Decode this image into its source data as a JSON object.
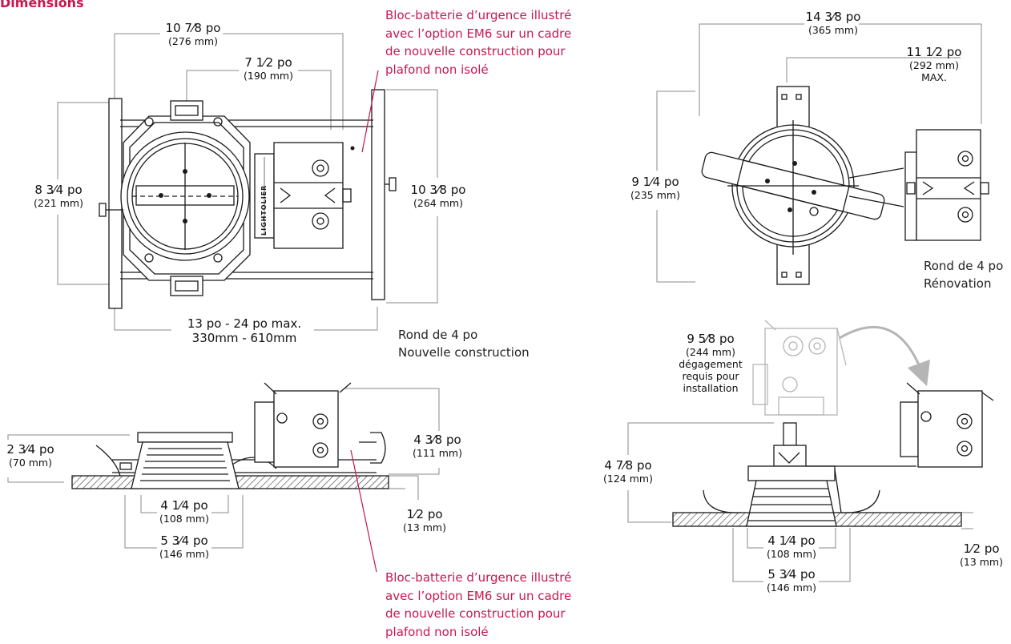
{
  "colors": {
    "accent": "#c8174f",
    "line": "#8a8a8a",
    "drawing": "#1a1a1a",
    "ghost": "#b5b5b5"
  },
  "title": "Dimensions",
  "note_top": [
    "Bloc-batterie d’urgence illustré",
    "avec l’option EM6 sur un cadre",
    "de nouvelle construction pour",
    "plafond non isolé"
  ],
  "note_bottom": [
    "Bloc-batterie d’urgence illustré",
    "avec l’option EM6 sur un cadre",
    "de nouvelle construction pour",
    "plafond non isolé"
  ],
  "captions": {
    "new_construction": [
      "Rond de 4 po",
      "Nouvelle construction"
    ],
    "renovation": [
      "Rond de 4 po",
      "Rénovation"
    ]
  },
  "dims": {
    "tl_width": {
      "po": "10 7⁄8 po",
      "mm": "(276 mm)"
    },
    "tl_inner": {
      "po": "7 1⁄2 po",
      "mm": "(190 mm)"
    },
    "tl_height": {
      "po": "8 3⁄4 po",
      "mm": "(221 mm)"
    },
    "tl_right": {
      "po": "10 3⁄8 po",
      "mm": "(264 mm)"
    },
    "tl_bottom": {
      "po": "13 po - 24 po max.",
      "mm": "330mm - 610mm"
    },
    "tr_width": {
      "po": "14 3⁄8 po",
      "mm": "(365 mm)"
    },
    "tr_inner": {
      "po": "11 1⁄2 po",
      "mm": "(292 mm)",
      "extra": "MAX."
    },
    "tr_height": {
      "po": "9 1⁄4 po",
      "mm": "(235 mm)"
    },
    "bl_height": {
      "po": "2 3⁄4 po",
      "mm": "(70 mm)"
    },
    "bl_right": {
      "po": "4 3⁄8 po",
      "mm": "(111 mm)"
    },
    "bl_inner": {
      "po": "4 1⁄4 po",
      "mm": "(108 mm)"
    },
    "bl_outer": {
      "po": "5 3⁄4 po",
      "mm": "(146 mm)"
    },
    "bl_thick": {
      "po": "1⁄2 po",
      "mm": "(13 mm)"
    },
    "br_clear": {
      "po": "9 5⁄8 po",
      "mm": "(244 mm)",
      "l1": "dégagement",
      "l2": "requis pour",
      "l3": "installation"
    },
    "br_height": {
      "po": "4 7⁄8 po",
      "mm": "(124 mm)"
    },
    "br_inner": {
      "po": "4 1⁄4 po",
      "mm": "(108 mm)"
    },
    "br_outer": {
      "po": "5 3⁄4 po",
      "mm": "(146 mm)"
    },
    "br_thick": {
      "po": "1⁄2 po",
      "mm": "(13 mm)"
    }
  },
  "logo_text": "LIGHTOLIER"
}
